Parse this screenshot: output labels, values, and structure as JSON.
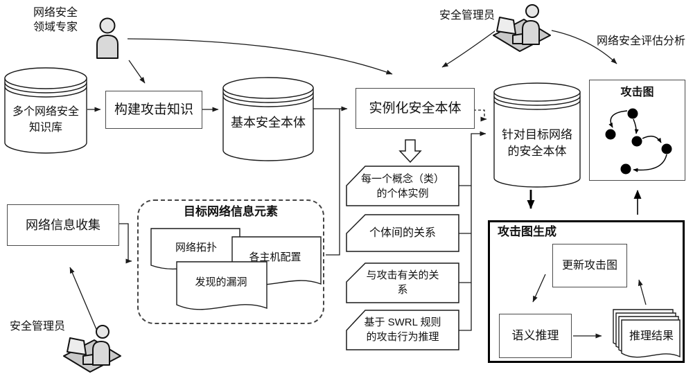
{
  "colors": {
    "stroke": "#1a1a1a",
    "fill": "#ffffff",
    "person_fill": "#d9d9d9"
  },
  "actors": {
    "expert_label": "网络安全\n领域专家",
    "admin_top_label": "安全管理员",
    "admin_bottom_label": "安全管理员"
  },
  "icons": {
    "expert": "person-icon",
    "admin_top": "person-at-computer-icon",
    "admin_bottom": "person-at-computer-icon"
  },
  "stores": {
    "knowledge_bases": "多个网络安全\n知识库",
    "base_ontology": "基本安全本体",
    "target_ontology": "针对目标网络\n的安全本体"
  },
  "processes": {
    "build_knowledge": "构建攻击知识",
    "instantiate": "实例化安全本体",
    "collect_info": "网络信息收集"
  },
  "edge_labels": {
    "assessment": "网络安全评估分析"
  },
  "info_elements": {
    "title": "目标网络信息元素",
    "docs": [
      "网络拓扑",
      "各主机配置",
      "发现的漏洞"
    ]
  },
  "ontology_parts": [
    "每一个概念（类）\n的个体实例",
    "个体间的关系",
    "与攻击有关的关\n系",
    "基于 SWRL 规则\n的攻击行为推理"
  ],
  "attack_graph": {
    "title": "攻击图"
  },
  "generation": {
    "title": "攻击图生成",
    "update_box": "更新攻击图",
    "semantic_box": "语义推理",
    "result_docs": "推理结果"
  }
}
